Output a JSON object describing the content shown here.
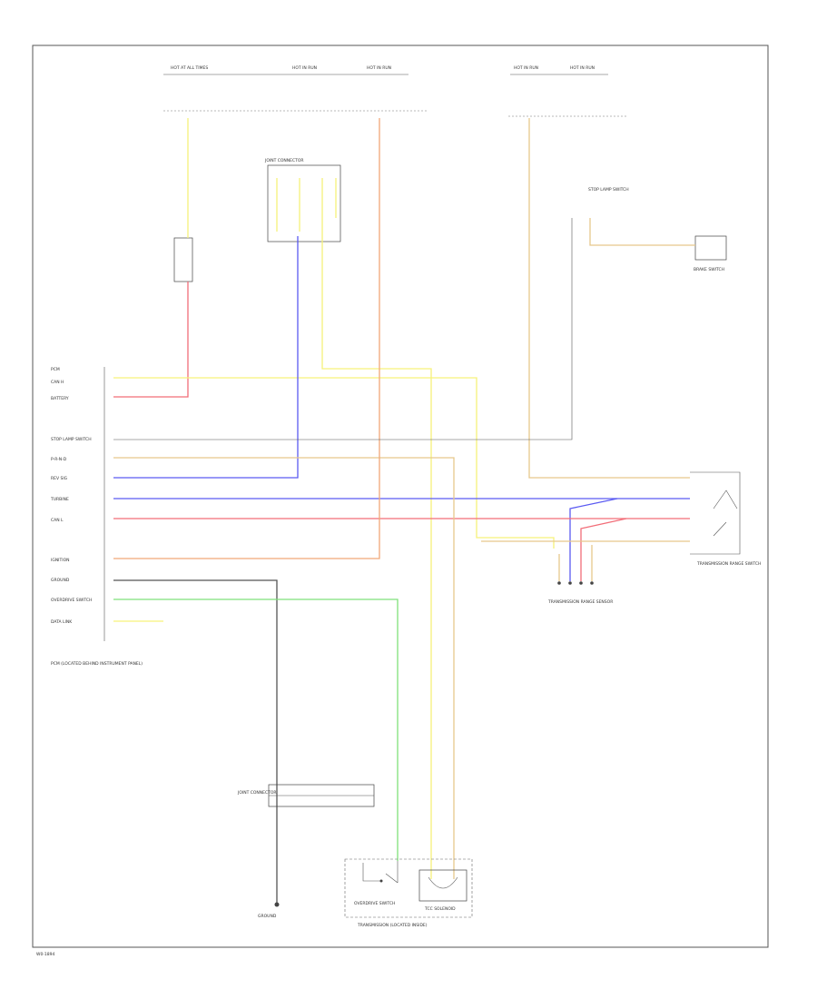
{
  "diagram_id": "W0-1894",
  "fuse_labels": [
    "HOT AT ALL TIMES",
    "HOT IN RUN",
    "HOT IN RUN",
    "HOT IN RUN",
    "HOT IN RUN"
  ],
  "junction_labels": [
    "JOINT CONNECTOR",
    "JOINT CONNECTOR"
  ],
  "ecm_label": "PCM",
  "ecm_pins": [
    "CAN H",
    "BATTERY",
    "",
    "STOP LAMP SWITCH",
    "P-R-N-D",
    "REV SIG",
    "TURBINE",
    "CAN L",
    "",
    "IGNITION",
    "GROUND",
    "OVERDRIVE SWITCH",
    "DATA LINK",
    ""
  ],
  "ecm_note": "PCM (LOCATED BEHIND INSTRUMENT PANEL)",
  "right_components": [
    "BRAKE SWITCH",
    "STOP LAMP SWITCH",
    "TRANSMISSION RANGE SWITCH",
    "TRANSMISSION RANGE SENSOR"
  ],
  "bottom_components": [
    "JOINT CONNECTOR",
    "GROUND",
    "OVERDRIVE SWITCH",
    "TCC SOLENOID",
    "TRANSMISSION (LOCATED INSIDE)"
  ],
  "wire_colors": {
    "yellow": "#f6f27a",
    "red": "#f26d78",
    "blue": "#5a5af2",
    "tan": "#e6c88c",
    "orange": "#f0a878",
    "green": "#7fe07a",
    "gray": "#555555"
  }
}
